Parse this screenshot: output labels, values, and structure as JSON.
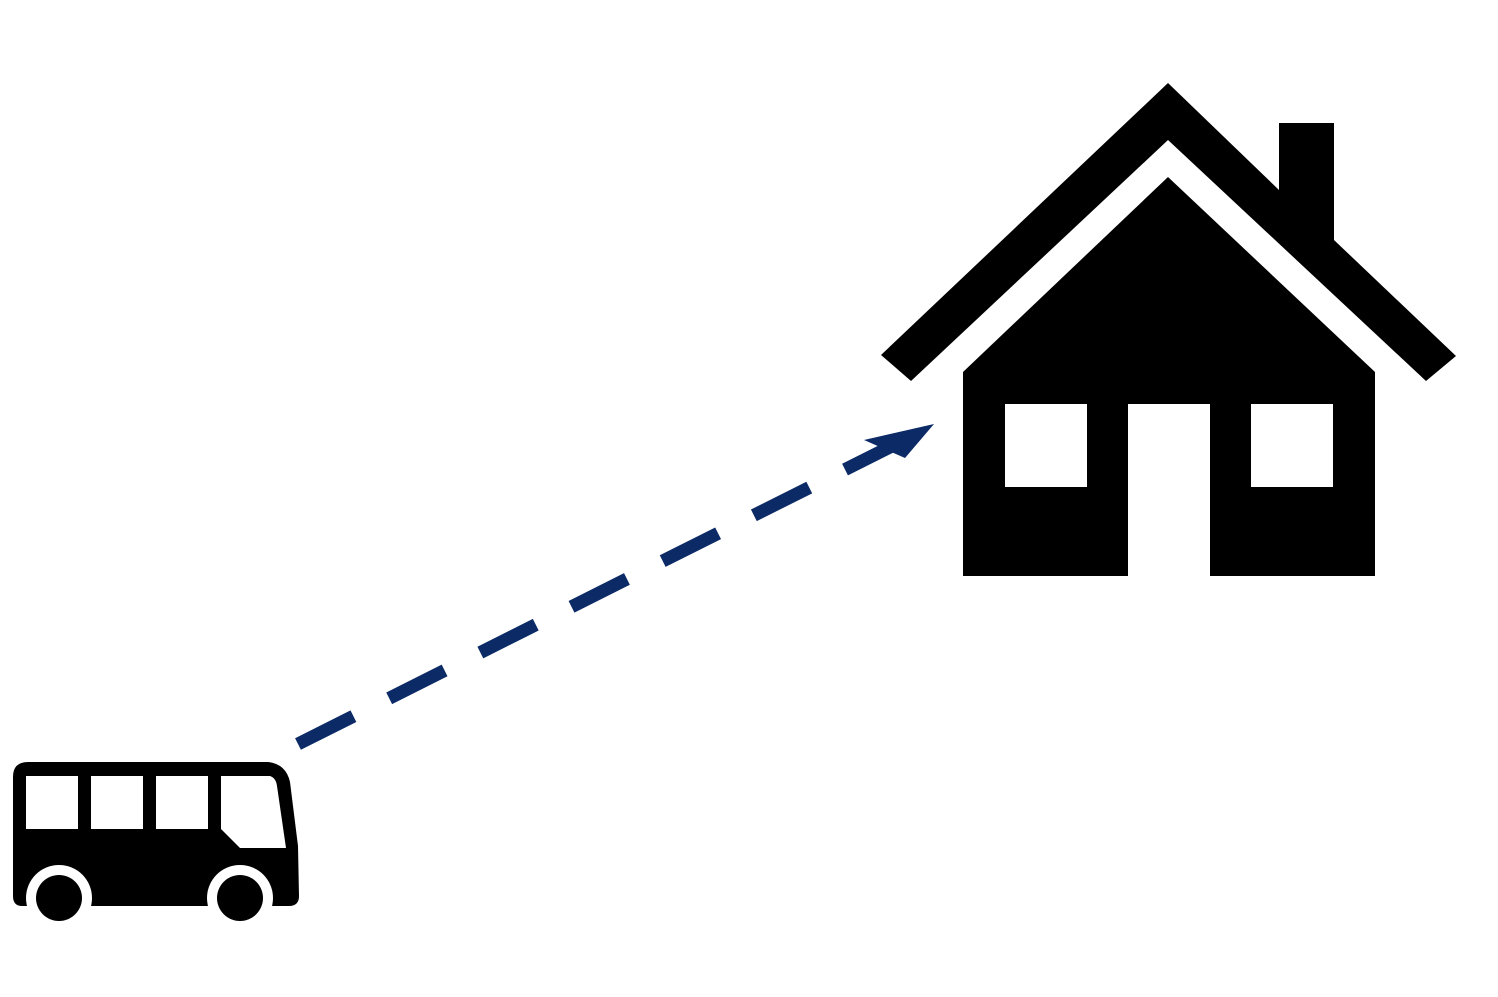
{
  "diagram": {
    "nodes": [
      {
        "id": "bus",
        "icon": "bus-icon"
      },
      {
        "id": "house",
        "icon": "house-icon"
      }
    ],
    "edges": [
      {
        "from": "bus",
        "to": "house",
        "style": "dashed",
        "arrowhead": "end"
      }
    ]
  },
  "colors": {
    "background": "#ffffff",
    "icon_fill": "#000000",
    "icon_cutout": "#ffffff",
    "arrow": "#0b2a66"
  }
}
